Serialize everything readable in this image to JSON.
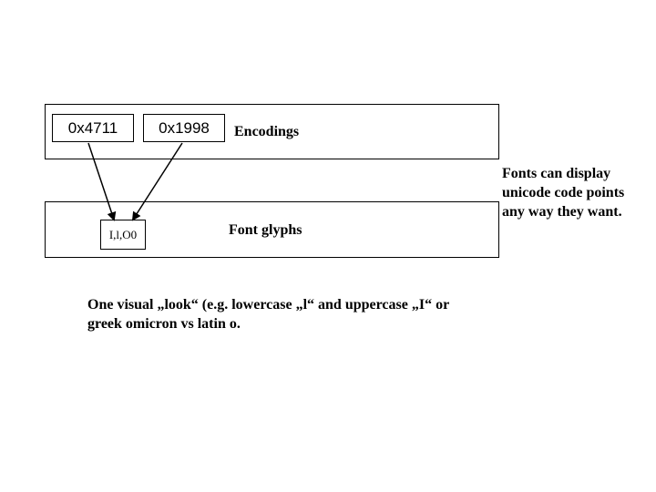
{
  "encodings": {
    "codes": [
      "0x4711",
      "0x1998"
    ],
    "label": "Encodings"
  },
  "font_glyphs": {
    "glyph_text": "I,l,O0",
    "label": "Font glyphs"
  },
  "side_note": "Fonts can display unicode code points any way they want.",
  "caption": "One visual „look“ (e.g. lowercase „l“ and uppercase „I“ or greek omicron vs latin o."
}
